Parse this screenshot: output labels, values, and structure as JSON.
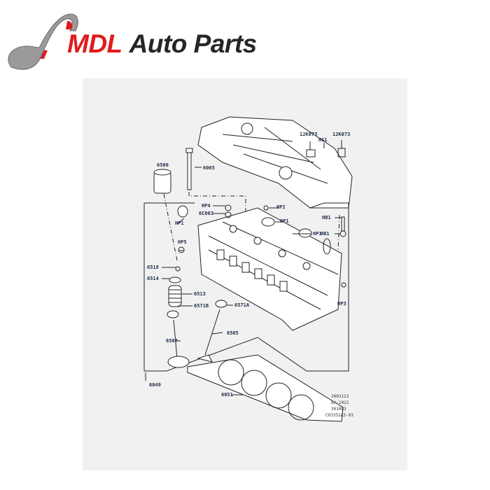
{
  "logo": {
    "brand_mdl": "MDL",
    "brand_rest": "Auto Parts",
    "colors": {
      "red": "#e01b1b",
      "dark": "#262626",
      "silver": "#9a9a9a"
    }
  },
  "diagram": {
    "labels": {
      "12k073_a": "12K073",
      "hs1": "HS1",
      "12k073_b": "12K073",
      "6500": "6500",
      "6065": "6065",
      "hp4": "HP4",
      "6c003": "6C003",
      "hp2": "HP2",
      "hp1_a": "HP1",
      "hp1_b": "HP1",
      "hp1_c": "HP1",
      "hb1_a": "HB1",
      "hb1_b": "HB1",
      "hp5": "HP5",
      "6518": "6518",
      "6514": "6514",
      "6513": "6513",
      "6571b": "6571B",
      "6571a": "6571A",
      "hp3": "HP3",
      "6505": "6505",
      "6507": "6507",
      "6049": "6049",
      "6051": "6051"
    },
    "codes": [
      "3003113",
      "8/-1013",
      "3010D3",
      "C03351A3-03"
    ]
  }
}
